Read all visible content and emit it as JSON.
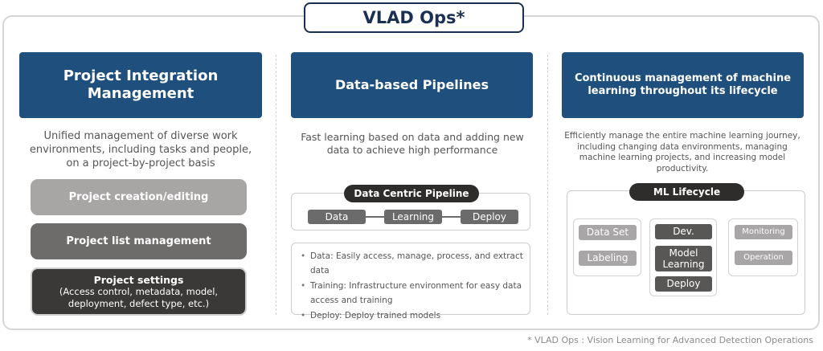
{
  "title": "VLAD Ops*",
  "columns": [
    {
      "header": "Project Integration Management",
      "description": "Unified management of diverse work environments, including tasks and people, on a project-by-project basis",
      "buttons": [
        {
          "label": "Project creation/editing"
        },
        {
          "label": "Project list management"
        },
        {
          "label": "Project settings",
          "sublabel": "(Access control, metadata, model, deployment, defect type, etc.)"
        }
      ]
    },
    {
      "header": "Data-based Pipelines",
      "description": "Fast learning based on data and adding new data to achieve high performance",
      "pipeline": {
        "label": "Data Centric Pipeline",
        "steps": [
          "Data",
          "Learning",
          "Deploy"
        ]
      },
      "bullets": [
        "Data: Easily access, manage, process, and extract data",
        "Training: Infrastructure environment for easy data access and training",
        "Deploy: Deploy trained models"
      ]
    },
    {
      "header": "Continuous management of machine learning throughout its lifecycle",
      "description": "Efficiently manage the entire machine learning journey, including changing data environments, managing machine learning projects, and increasing model productivity.",
      "lifecycle": {
        "label": "ML Lifecycle",
        "group1": [
          "Data Set",
          "Labeling"
        ],
        "group2": [
          "Dev.",
          "Model Learning",
          "Deploy"
        ],
        "group3": [
          "Monitoring",
          "Operation"
        ]
      }
    }
  ],
  "footnote": "* VLAD Ops : Vision Learning for Advanced Detection Operations",
  "colors": {
    "header_blue": "#1e4f7d",
    "title_navy": "#1b2f52",
    "pill_light": "#a8a5a5",
    "pill_mid": "#6e6c6b",
    "pill_dark": "#3b3938"
  }
}
